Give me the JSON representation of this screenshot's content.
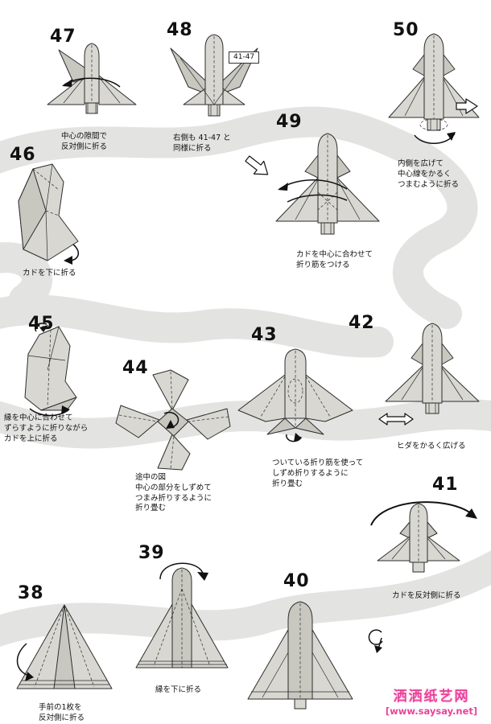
{
  "page": {
    "watermark": {
      "site_name": "洒洒纸艺网",
      "url": "[www.saysay.net]"
    },
    "colors": {
      "watermark_pink": "#e8439b",
      "paper_gray": "#d8d7d1",
      "flow_band_gray": "#e3e3e1"
    }
  },
  "steps": {
    "s38": {
      "num": "38",
      "caption": [
        "手前の1枚を",
        "反対側に折る"
      ]
    },
    "s39": {
      "num": "39",
      "caption": [
        "縁を下に折る"
      ]
    },
    "s40": {
      "num": "40"
    },
    "s41": {
      "num": "41",
      "caption": [
        "カドを反対側に折る"
      ]
    },
    "s42": {
      "num": "42",
      "caption": [
        "ヒダをかるく広げる"
      ]
    },
    "s43": {
      "num": "43",
      "caption": [
        "ついている折り筋を使って",
        "しずめ折りするように",
        "折り畳む"
      ]
    },
    "s44": {
      "num": "44",
      "caption": [
        "途中の図",
        "中心の部分をしずめて",
        "つまみ折りするように",
        "折り畳む"
      ]
    },
    "s45": {
      "num": "45",
      "caption": [
        "縁を中心に合わせて",
        "ずらすように折りながら",
        "カドを上に折る"
      ]
    },
    "s46": {
      "num": "46",
      "caption": [
        "カドを下に折る"
      ]
    },
    "s47": {
      "num": "47",
      "caption": [
        "中心の隙間で",
        "反対側に折る"
      ]
    },
    "s48": {
      "num": "48",
      "ref": "41-47",
      "caption": [
        "右側も 41-47 と",
        "同様に折る"
      ]
    },
    "s49": {
      "num": "49",
      "caption": [
        "カドを中心に合わせて",
        "折り筋をつける"
      ]
    },
    "s50": {
      "num": "50",
      "caption": [
        "内側を広げて",
        "中心線をかるく",
        "つまむように折る"
      ]
    }
  }
}
